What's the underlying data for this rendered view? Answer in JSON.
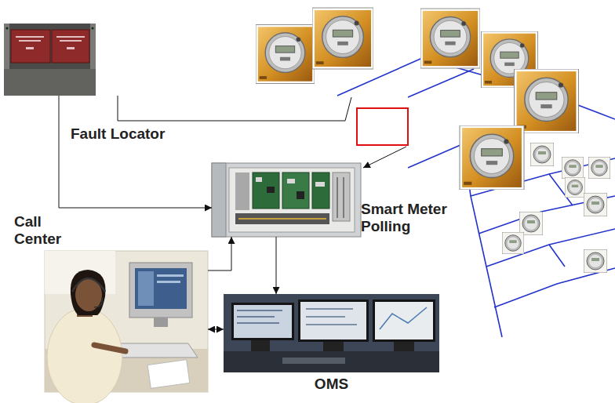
{
  "diagram": {
    "nodes": [
      {
        "text": [
          "Fault Locator"
        ]
      },
      {
        "text": [
          "Smart Meter Polling"
        ]
      },
      {
        "text": [
          "Call Center"
        ]
      },
      {
        "text": [
          "OMS"
        ]
      }
    ],
    "edges": [
      {
        "from": 0,
        "to": 1,
        "arrow": "to"
      },
      {
        "from": 2,
        "to": 1,
        "arrow": "to"
      },
      {
        "from": 1,
        "to": 3,
        "arrow": "to"
      },
      {
        "from": 2,
        "to": 3,
        "arrow": "both"
      }
    ]
  }
}
